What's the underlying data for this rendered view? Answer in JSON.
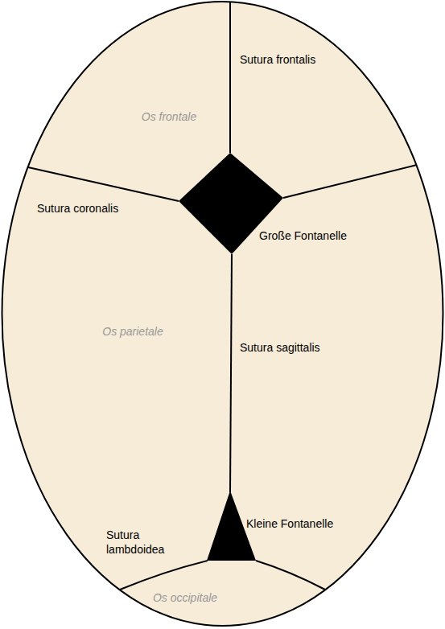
{
  "diagram": {
    "labels": [
      "Sutura frontalis",
      "Os frontale",
      "Sutura coronalis",
      "Große Fontanelle",
      "Os parietale",
      "Sutura sagittalis",
      "Kleine Fontanelle",
      "Sutura lambdoidea",
      "Os occipitale"
    ]
  }
}
